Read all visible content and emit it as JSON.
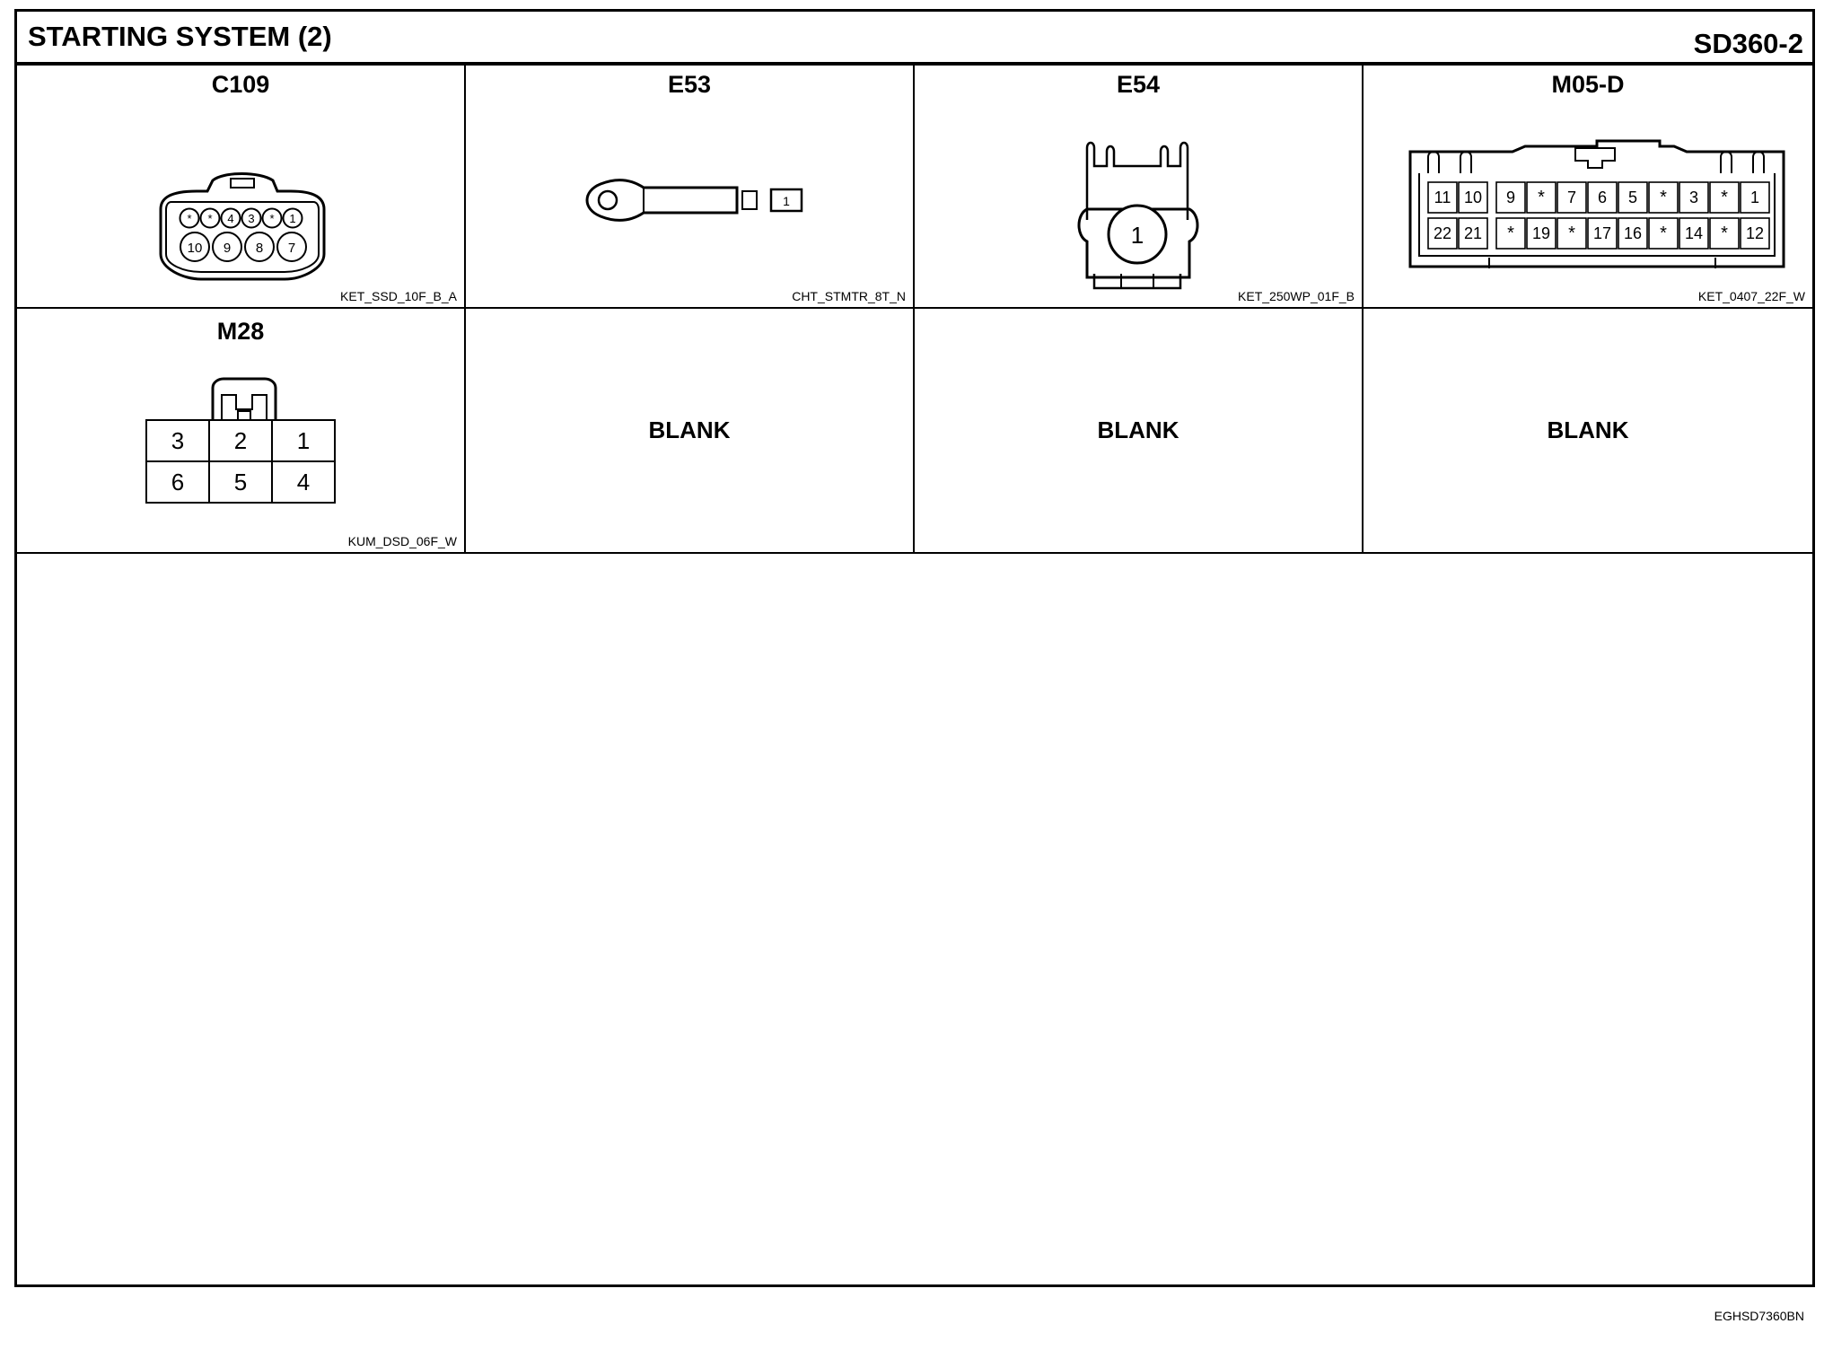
{
  "header": {
    "title": "STARTING SYSTEM (2)",
    "code": "SD360-2"
  },
  "connectors": [
    {
      "name": "C109",
      "type": "KET_SSD_10F_B_A",
      "pins_top": [
        "*",
        "*",
        "4",
        "3",
        "*",
        "1"
      ],
      "pins_bottom": [
        "10",
        "9",
        "8",
        "7"
      ]
    },
    {
      "name": "E53",
      "type": "CHT_STMTR_8T_N",
      "pin": "1"
    },
    {
      "name": "E54",
      "type": "KET_250WP_01F_B",
      "pin": "1"
    },
    {
      "name": "M05-D",
      "type": "KET_0407_22F_W",
      "pins_top": [
        "11",
        "10",
        "9",
        "*",
        "7",
        "6",
        "5",
        "*",
        "3",
        "*",
        "1"
      ],
      "pins_bottom": [
        "22",
        "21",
        "*",
        "19",
        "*",
        "17",
        "16",
        "*",
        "14",
        "*",
        "12"
      ]
    },
    {
      "name": "M28",
      "type": "KUM_DSD_06F_W",
      "pins_top": [
        "3",
        "2",
        "1"
      ],
      "pins_bottom": [
        "6",
        "5",
        "4"
      ]
    }
  ],
  "blank_label": "BLANK",
  "footer": {
    "ref": "EGHSD7360BN"
  }
}
